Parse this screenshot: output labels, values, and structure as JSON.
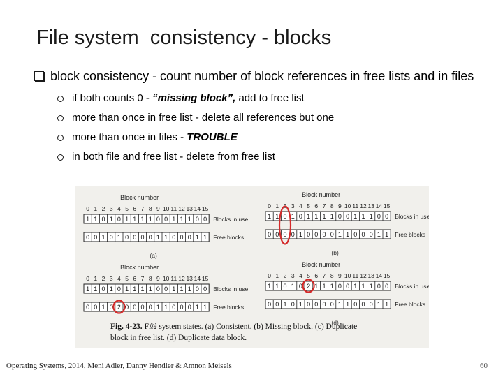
{
  "slide": {
    "title": "File system  consistency - blocks",
    "main_bullet": "block consistency - count number of block references in free lists and in files",
    "sub_bullets": [
      {
        "pre": "if both counts 0 - ",
        "em": "“missing block”,",
        "post": "  add to free list"
      },
      {
        "pre": "more than once in free list - delete all references but one",
        "em": "",
        "post": ""
      },
      {
        "pre": "more than once in files - ",
        "em": "TROUBLE",
        "post": ""
      },
      {
        "pre": "in both file and free list - delete from free list",
        "em": "",
        "post": ""
      }
    ],
    "footer": "Operating Systems, 2014, Meni Adler, Danny Hendler & Amnon Meisels",
    "page_number": "60"
  },
  "figure": {
    "block_number_label": "Block number",
    "indices": [
      "0",
      "1",
      "2",
      "3",
      "4",
      "5",
      "6",
      "7",
      "8",
      "9",
      "10",
      "11",
      "12",
      "13",
      "14",
      "15"
    ],
    "in_use_label": "Blocks in use",
    "free_label": "Free blocks",
    "panels": [
      {
        "tag": "(a)",
        "in_use": [
          "1",
          "1",
          "0",
          "1",
          "0",
          "1",
          "1",
          "1",
          "1",
          "0",
          "0",
          "1",
          "1",
          "1",
          "0",
          "0"
        ],
        "free": [
          "0",
          "0",
          "1",
          "0",
          "1",
          "0",
          "0",
          "0",
          "0",
          "1",
          "1",
          "0",
          "0",
          "0",
          "1",
          "1"
        ]
      },
      {
        "tag": "(b)",
        "in_use": [
          "1",
          "1",
          "0",
          "1",
          "0",
          "1",
          "1",
          "1",
          "1",
          "0",
          "0",
          "1",
          "1",
          "1",
          "0",
          "0"
        ],
        "free": [
          "0",
          "0",
          "0",
          "0",
          "1",
          "0",
          "0",
          "0",
          "0",
          "1",
          "1",
          "0",
          "0",
          "0",
          "1",
          "1"
        ]
      },
      {
        "tag": "(c)",
        "in_use": [
          "1",
          "1",
          "0",
          "1",
          "0",
          "1",
          "1",
          "1",
          "1",
          "0",
          "0",
          "1",
          "1",
          "1",
          "0",
          "0"
        ],
        "free": [
          "0",
          "0",
          "1",
          "0",
          "2",
          "0",
          "0",
          "0",
          "0",
          "1",
          "1",
          "0",
          "0",
          "0",
          "1",
          "1"
        ]
      },
      {
        "tag": "(d)",
        "in_use": [
          "1",
          "1",
          "0",
          "1",
          "0",
          "2",
          "1",
          "1",
          "1",
          "0",
          "0",
          "1",
          "1",
          "1",
          "0",
          "0"
        ],
        "free": [
          "0",
          "0",
          "1",
          "0",
          "1",
          "0",
          "0",
          "0",
          "0",
          "1",
          "1",
          "0",
          "0",
          "0",
          "1",
          "1"
        ]
      }
    ],
    "caption_bold": "Fig. 4-23.",
    "caption_line1": " File system states.  (a) Consistent.  (b) Missing block.  (c) Duplicate",
    "caption_line2": "block in free list.  (d) Duplicate data block.",
    "highlight_color": "#d42a2a"
  }
}
